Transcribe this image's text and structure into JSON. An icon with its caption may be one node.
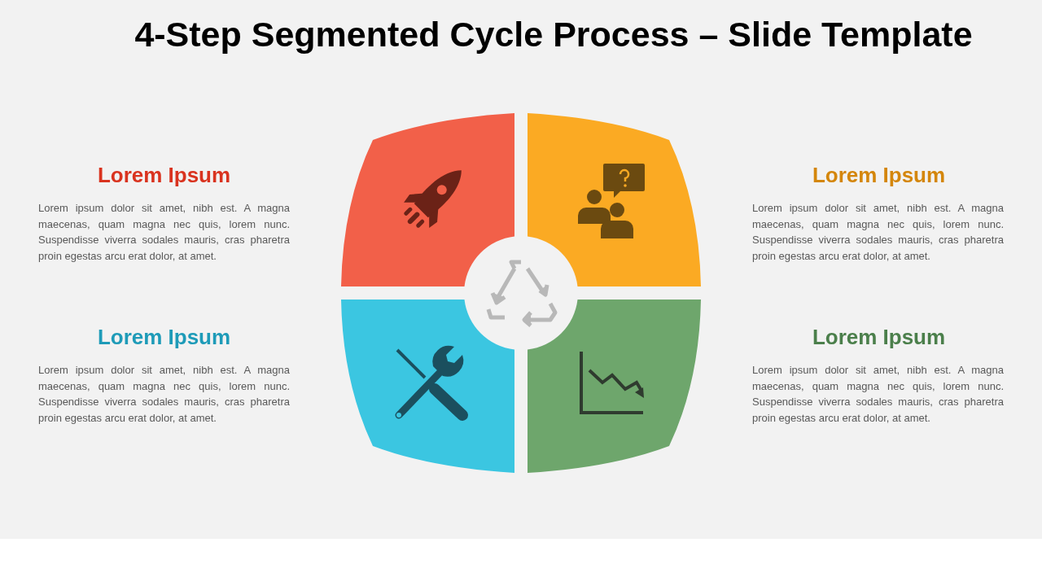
{
  "diagram": {
    "title": "4-Step Segmented Cycle Process – Slide Template",
    "labels": [
      "Lorem Ipsum",
      "Lorem ipsum dolor sit amet, nibh est. A magna maecenas, quam magna nec quis, lorem nunc. Suspendisse viverra sodales mauris, cras pharetra proin egestas arcu erat dolor, at amet.",
      "Lorem Ipsum",
      "Lorem ipsum dolor sit amet, nibh est. A magna maecenas, quam magna nec quis, lorem nunc. Suspendisse viverra sodales mauris, cras pharetra proin egestas arcu erat dolor, at amet.",
      "Lorem Ipsum",
      "Lorem ipsum dolor sit amet, nibh est. A magna maecenas, quam magna nec quis, lorem nunc. Suspendisse viverra sodales mauris, cras pharetra proin egestas arcu erat dolor, at amet.",
      "Lorem Ipsum",
      "Lorem ipsum dolor sit amet, nibh est. A magna maecenas, quam magna nec quis, lorem nunc. Suspendisse viverra sodales mauris, cras pharetra proin egestas arcu erat dolor, at amet."
    ]
  }
}
